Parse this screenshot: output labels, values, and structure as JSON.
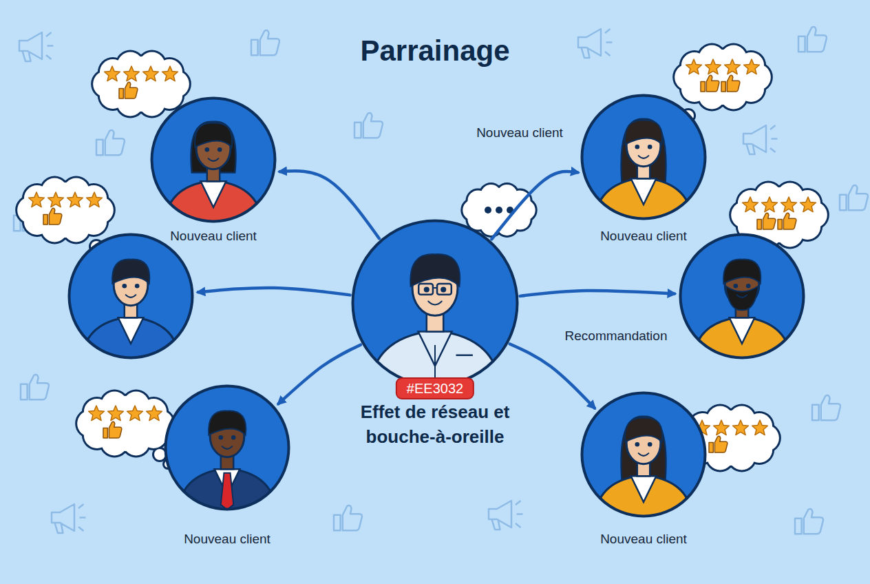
{
  "diagram": {
    "title": "Parrainage",
    "nodes": [
      {
        "text": [
          "#EE3032",
          "Effet de réseau et bouche-à-oreille"
        ]
      },
      {
        "text": [
          "Nouveau client"
        ]
      },
      {
        "text": [
          "Nouveau client"
        ]
      },
      {
        "text": []
      },
      {
        "text": []
      },
      {
        "text": [
          "Nouveau client"
        ]
      },
      {
        "text": [
          "Nouveau client"
        ]
      }
    ],
    "edges": [
      {
        "from": 0,
        "to": 1,
        "arrow": "to"
      },
      {
        "from": 0,
        "to": 2,
        "label": "Nouveau client",
        "arrow": "to"
      },
      {
        "from": 0,
        "to": 3,
        "arrow": "to"
      },
      {
        "from": 0,
        "to": 4,
        "label": "Recommandation",
        "arrow": "to"
      },
      {
        "from": 0,
        "to": 5,
        "arrow": "to"
      },
      {
        "from": 0,
        "to": 6,
        "arrow": "to"
      }
    ]
  }
}
